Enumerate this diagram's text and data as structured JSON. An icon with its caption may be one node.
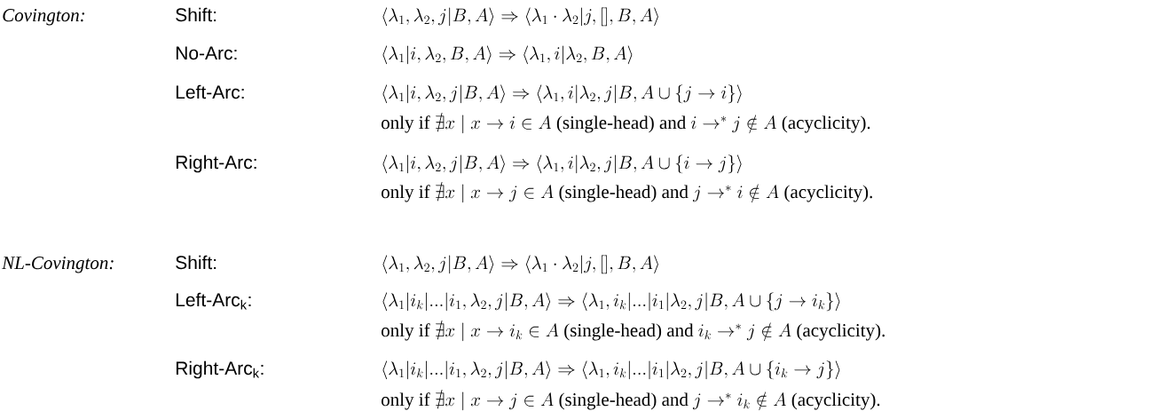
{
  "diagram": {
    "labels": [
      "Covington:",
      "Shift:",
      "\\langle \\lambda_1, \\lambda_2, j|B, A\\rangle \\Rightarrow \\langle \\lambda_1 \\cdot \\lambda_2|j, [], B, A\\rangle",
      "No-Arc:",
      "\\langle \\lambda_1|i, \\lambda_2, B, A\\rangle \\Rightarrow \\langle \\lambda_1, i|\\lambda_2, B, A\\rangle",
      "Left-Arc:",
      "\\langle \\lambda_1|i, \\lambda_2, j|B, A\\rangle \\Rightarrow \\langle \\lambda_1, i|\\lambda_2, j|B, A \\cup \\{j \\rightarrow i\\}\\rangle",
      "\\text{only if } \\nexists x \\mid x \\rightarrow i \\in A \\text{ (single-head) and } i \\rightarrow^* j \\notin A \\text{ (acyclicity).}",
      "Right-Arc:",
      "\\langle \\lambda_1|i, \\lambda_2, j|B, A\\rangle \\Rightarrow \\langle \\lambda_1, i|\\lambda_2, j|B, A \\cup \\{i \\rightarrow j\\}\\rangle",
      "\\text{only if } \\nexists x \\mid x \\rightarrow j \\in A \\text{ (single-head) and } j \\rightarrow^* i \\notin A \\text{ (acyclicity).}",
      "NL-Covington:",
      "Shift:",
      "\\langle \\lambda_1, \\lambda_2, j|B, A\\rangle \\Rightarrow \\langle \\lambda_1 \\cdot \\lambda_2|j, [], B, A\\rangle",
      "Left-Arc$_{k}$:",
      "\\langle \\lambda_1|i_k|...|i_1, \\lambda_2, j|B, A\\rangle \\Rightarrow \\langle \\lambda_1, i_k|...|i_1|\\lambda_2, j|B, A \\cup \\{j \\rightarrow i_k\\}\\rangle",
      "\\text{only if } \\nexists x \\mid x \\rightarrow i_k \\in A \\text{ (single-head) and } i_k \\rightarrow^* j \\notin A \\text{ (acyclicity).}",
      "Right-Arc$_{k}$:",
      "\\langle \\lambda_1|i_k|...|i_1, \\lambda_2, j|B, A\\rangle \\Rightarrow \\langle \\lambda_1, i_k|...|i_1|\\lambda_2, j|B, A \\cup \\{i_k \\rightarrow j\\}\\rangle",
      "\\text{only if } \\nexists x \\mid x \\rightarrow j \\in A \\text{ (single-head) and } j \\rightarrow^* i_k \\notin A \\text{ (acyclicity).}"
    ]
  }
}
